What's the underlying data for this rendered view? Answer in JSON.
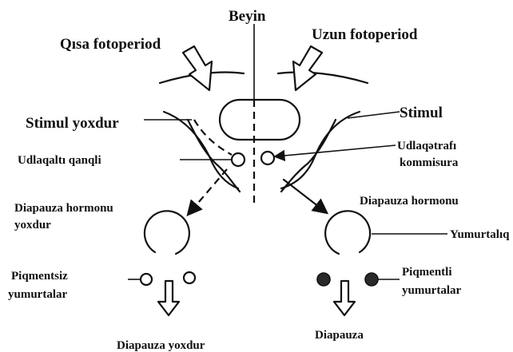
{
  "labels": {
    "brain": "Beyin",
    "short_photoperiod": "Qısa fotoperiod",
    "long_photoperiod": "Uzun fotoperiod",
    "no_stimulus": "Stimul yoxdur",
    "stimulus": "Stimul",
    "subesophageal_ganglion": "Udlaqaltı qanqli",
    "circumesophageal_commissure_1": "Udlaqətrafı",
    "circumesophageal_commissure_2": "kommisura",
    "no_diapause_hormone_1": "Diapauza hormonu",
    "no_diapause_hormone_2": "yoxdur",
    "diapause_hormone": "Diapauza hormonu",
    "ovary": "Yumurtalıq",
    "unpigmented_eggs_1": "Piqmentsiz",
    "unpigmented_eggs_2": "yumurtalar",
    "pigmented_eggs_1": "Piqmentli",
    "pigmented_eggs_2": "yumurtalar",
    "no_diapause": "Diapauza yoxdur",
    "diapause": "Diapauza"
  }
}
